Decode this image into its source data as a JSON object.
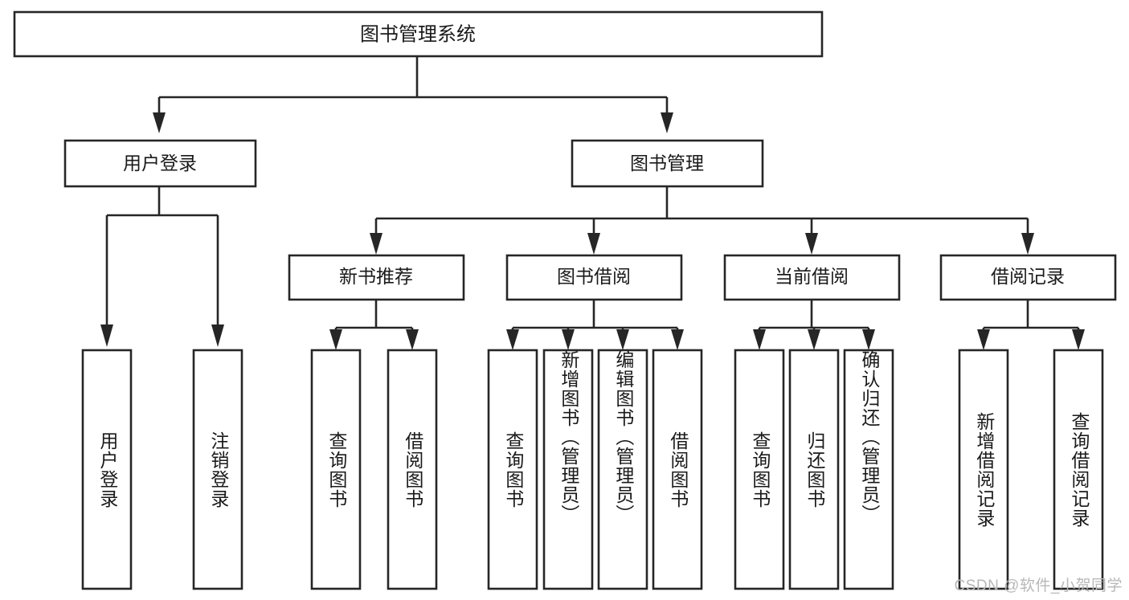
{
  "diagram": {
    "type": "hierarchy-tree",
    "title": "图书管理系统",
    "watermark": "CSDN @软件_小贺同学",
    "colors": {
      "background": "#ffffff",
      "stroke": "#262626",
      "text": "#1a1a1a",
      "watermark": "#b8b8b8"
    },
    "levels": {
      "root": {
        "label": "图书管理系统"
      },
      "level2": [
        {
          "label": "用户登录"
        },
        {
          "label": "图书管理"
        }
      ],
      "level3": [
        {
          "label": "新书推荐"
        },
        {
          "label": "图书借阅"
        },
        {
          "label": "当前借阅"
        },
        {
          "label": "借阅记录"
        }
      ],
      "leaves": [
        {
          "label": "用户登录",
          "parent": "用户登录"
        },
        {
          "label": "注销登录",
          "parent": "用户登录"
        },
        {
          "label": "查询图书",
          "parent": "新书推荐"
        },
        {
          "label": "借阅图书",
          "parent": "新书推荐"
        },
        {
          "label": "查询图书",
          "parent": "图书借阅"
        },
        {
          "label": "新增图书（管理员）",
          "parent": "图书借阅"
        },
        {
          "label": "编辑图书（管理员）",
          "parent": "图书借阅"
        },
        {
          "label": "借阅图书",
          "parent": "图书借阅"
        },
        {
          "label": "查询图书",
          "parent": "当前借阅"
        },
        {
          "label": "归还图书",
          "parent": "当前借阅"
        },
        {
          "label": "确认归还（管理员）",
          "parent": "当前借阅"
        },
        {
          "label": "新增借阅记录",
          "parent": "借阅记录"
        },
        {
          "label": "查询借阅记录",
          "parent": "借阅记录"
        }
      ]
    }
  }
}
